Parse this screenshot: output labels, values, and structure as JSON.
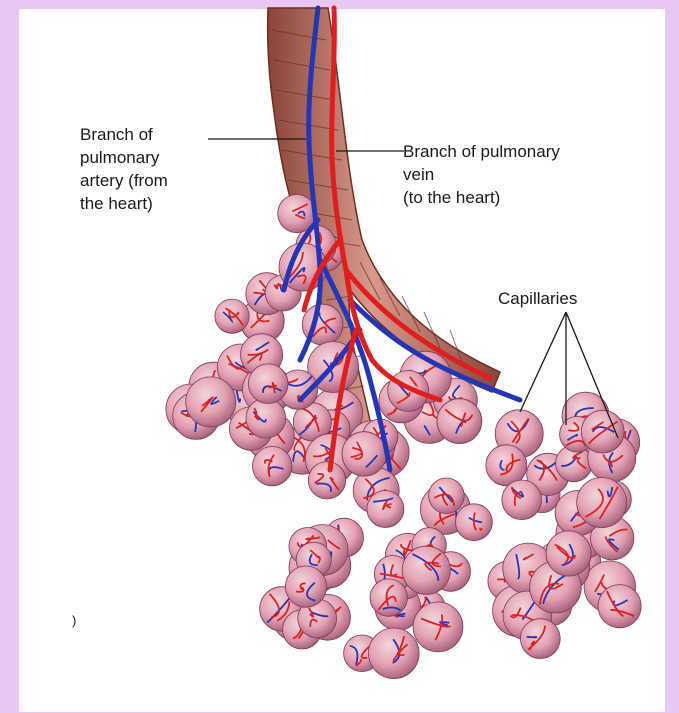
{
  "labels": {
    "artery": "Branch of\npulmonary\nartery (from\nthe heart)",
    "vein": "Branch of pulmonary\nvein\n(to the heart)",
    "capillaries": "Capillaries",
    "stray_mark": ")"
  },
  "colors": {
    "frame": "#e8c8f2",
    "panel": "#ffffff",
    "artery_vessel": "#2436b8",
    "vein_vessel": "#e01e1e",
    "bronchiole": "#b96a5e",
    "alveolus": "#e4a3b4"
  }
}
